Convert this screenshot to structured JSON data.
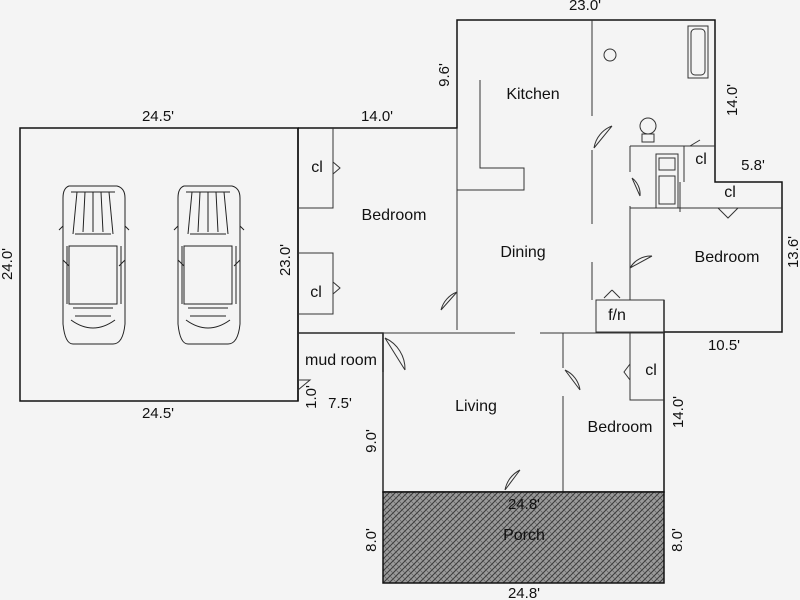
{
  "rooms": {
    "kitchen": "Kitchen",
    "dining": "Dining",
    "bedroom_main": "Bedroom",
    "bedroom_east": "Bedroom",
    "bedroom_south": "Bedroom",
    "living": "Living",
    "porch": "Porch",
    "mud_room": "mud room",
    "closet_1": "cl",
    "closet_2": "cl",
    "closet_3": "cl",
    "closet_4": "cl",
    "closet_5": "cl",
    "fn": "f/n"
  },
  "dimensions": {
    "top_kitchen": "23.0'",
    "garage_top": "24.5'",
    "top_bedroom": "14.0'",
    "kitchen_left": "9.6'",
    "kitchen_right": "14.0'",
    "east_small": "5.8'",
    "east_right": "13.6'",
    "east_bottom": "10.5'",
    "garage_left": "24.0'",
    "garage_bottom": "24.5'",
    "bedroom_depth": "23.0'",
    "mud_vertical": "1.0'",
    "mud_horizontal": "7.5'",
    "living_left": "9.0'",
    "bedroom_south_right": "14.0'",
    "porch_top": "24.8'",
    "porch_left": "8.0'",
    "porch_right": "8.0'",
    "porch_bottom": "24.8'"
  }
}
